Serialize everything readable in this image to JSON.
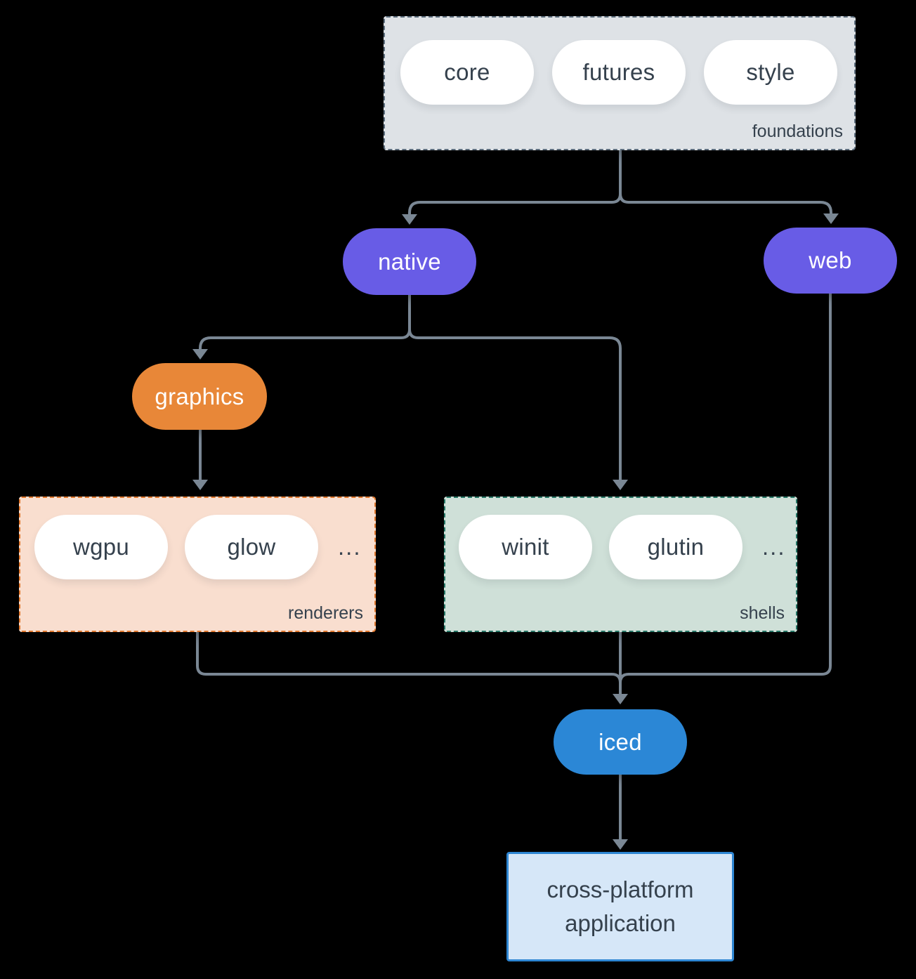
{
  "colors": {
    "background": "#000000",
    "arrow": "#7A8794",
    "text_dark": "#35414D",
    "text_light": "#FFFFFF",
    "purple": "#685CE6",
    "orange": "#E88738",
    "blue": "#2B87D6",
    "foundations_fill": "#DEE2E6",
    "foundations_border": "#5D6E7E",
    "renderers_fill": "#F9DECF",
    "renderers_border": "#E0772C",
    "shells_fill": "#CFE0D8",
    "shells_border": "#267666",
    "app_fill": "#D6E7F8",
    "app_border": "#2E86D3"
  },
  "foundations": {
    "label": "foundations",
    "pills": [
      "core",
      "futures",
      "style"
    ]
  },
  "nodes": {
    "native": "native",
    "web": "web",
    "graphics": "graphics",
    "iced": "iced"
  },
  "renderers": {
    "label": "renderers",
    "pills": [
      "wgpu",
      "glow"
    ],
    "ellipsis": "..."
  },
  "shells": {
    "label": "shells",
    "pills": [
      "winit",
      "glutin"
    ],
    "ellipsis": "..."
  },
  "application": {
    "line1": "cross-platform",
    "line2": "application"
  }
}
